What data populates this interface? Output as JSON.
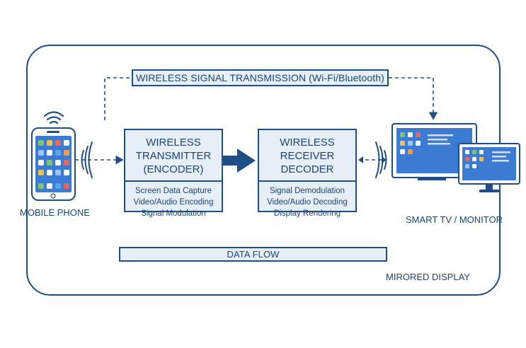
{
  "colors": {
    "primary": "#1f4e86",
    "panel_fill": "#e6eef8",
    "screen_blue": "#3b7bd4"
  },
  "diagram": {
    "top_banner": "WIRELESS SIGNAL TRANSMISSION (Wi-Fi/Bluetooth)",
    "transmitter": {
      "title_lines": [
        "WIRELESS",
        "TRANSMITTER",
        "(ENCODER)"
      ],
      "functions": [
        "Screen Data Capture",
        "Video/Audio Encoding",
        "Signal Modulation"
      ]
    },
    "receiver": {
      "title_lines": [
        "WIRELESS",
        "RECEIVER",
        "DECODER"
      ],
      "functions": [
        "Signal Demodulation",
        "Video/Audio Decoding",
        "Display Rendering"
      ]
    },
    "mobile_label": "MOBILE PHONE",
    "tv_label": "SMART TV / MONITOR",
    "data_flow_label": "DATA FLOW",
    "mirrored_label": "MIRORED DISPLAY",
    "icons": [
      "wifi-icon",
      "smartphone-icon",
      "signal-waves-icon",
      "arrow-right-icon",
      "tv-icon",
      "monitor-icon"
    ]
  }
}
